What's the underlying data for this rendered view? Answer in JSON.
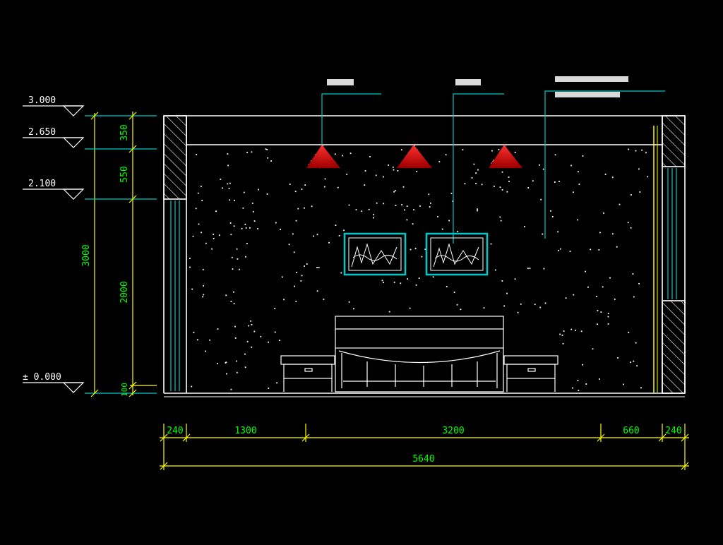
{
  "drawing": {
    "elevations": [
      {
        "id": "el-3000",
        "label": "3.000"
      },
      {
        "id": "el-2650",
        "label": "2.650"
      },
      {
        "id": "el-2100",
        "label": "2.100"
      },
      {
        "id": "el-0000",
        "label": "± 0.000"
      }
    ],
    "vertical_dims": {
      "seg_350": "350",
      "seg_550": "550",
      "seg_2000": "2000",
      "seg_100": "100",
      "total_3000": "3000"
    },
    "horizontal_dims": {
      "left_wall": "240",
      "left_gap": "1300",
      "middle": "3200",
      "right_gap": "660",
      "right_wall": "240",
      "total": "5640"
    }
  },
  "colors": {
    "background": "#000000",
    "line": "#ffffff",
    "dimension": "#ffff00",
    "dimension_text": "#00ff00",
    "leader": "#00ffff",
    "lamp": "#ff2020",
    "frame": "#00c8c8"
  }
}
